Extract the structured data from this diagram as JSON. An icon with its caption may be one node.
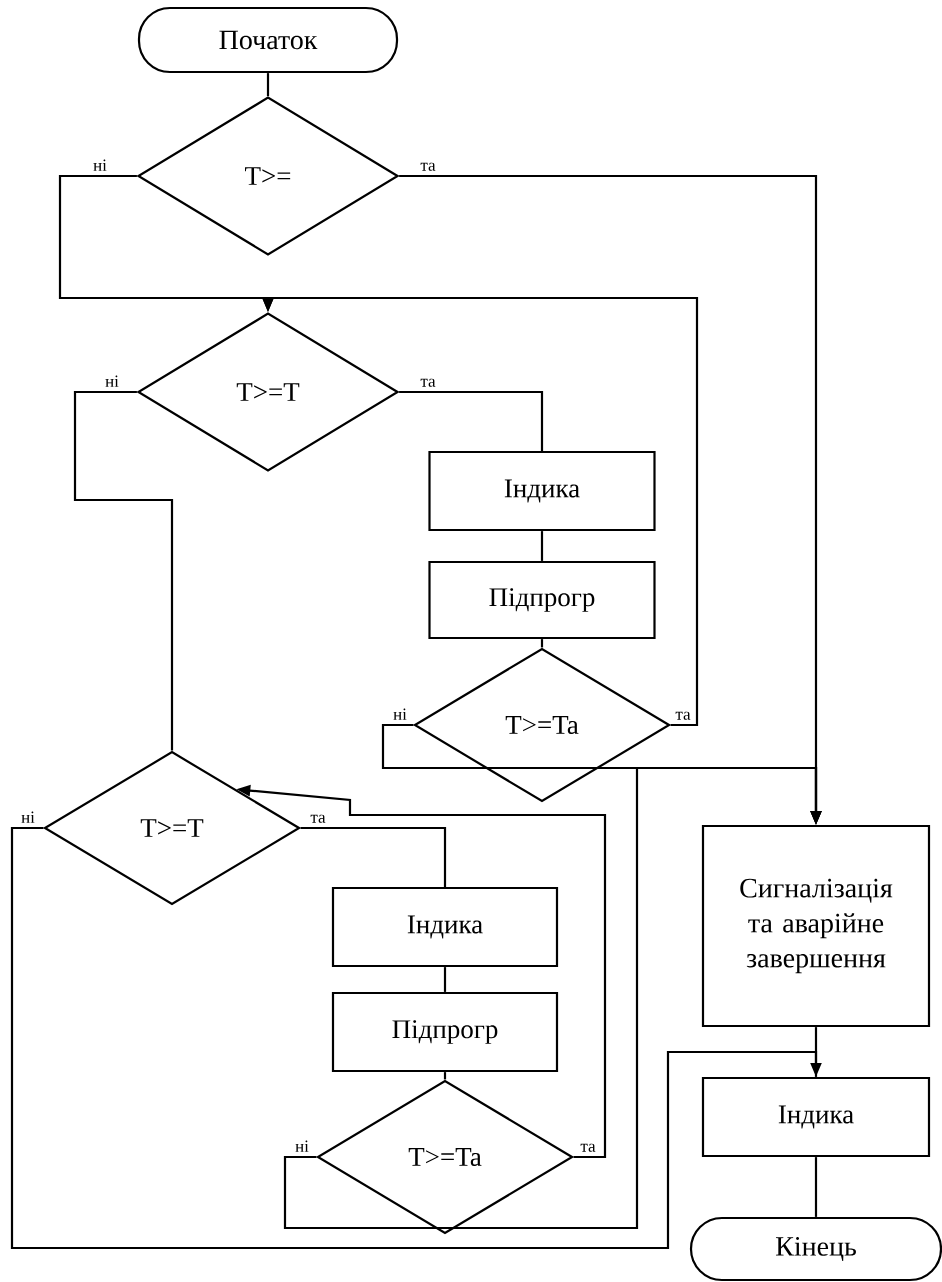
{
  "diagram": {
    "nodes": [
      {
        "text": [
          "Початок"
        ]
      },
      {
        "text": [
          "T>="
        ]
      },
      {
        "text": [
          "T>=T"
        ]
      },
      {
        "text": [
          "Індика"
        ]
      },
      {
        "text": [
          "Підпрогр"
        ]
      },
      {
        "text": [
          "T>=Ta"
        ]
      },
      {
        "text": [
          "T>=T"
        ]
      },
      {
        "text": [
          "Індика"
        ]
      },
      {
        "text": [
          "Підпрогр"
        ]
      },
      {
        "text": [
          "T>=Ta"
        ]
      },
      {
        "text": [
          "Сигналізація та аварійне завершення"
        ]
      },
      {
        "text": [
          "Індика"
        ]
      },
      {
        "text": [
          "Кінець"
        ]
      }
    ],
    "edges": [
      {
        "from": 0,
        "to": 1,
        "arrow": "none"
      },
      {
        "from": 1,
        "to": 10,
        "arrow": "to",
        "label": "та"
      },
      {
        "from": 1,
        "to": 2,
        "arrow": "to",
        "label": "ні"
      },
      {
        "from": 2,
        "to": 3,
        "arrow": "none",
        "label": "та"
      },
      {
        "from": 3,
        "to": 4,
        "arrow": "none"
      },
      {
        "from": 4,
        "to": 5,
        "arrow": "none"
      },
      {
        "from": 5,
        "to": 2,
        "arrow": "to",
        "label": "та"
      },
      {
        "from": 5,
        "to": 10,
        "arrow": "to",
        "label": "ні"
      },
      {
        "from": 2,
        "to": 6,
        "arrow": "none",
        "label": "ні"
      },
      {
        "from": 9,
        "to": 6,
        "arrow": "to",
        "label": "та"
      },
      {
        "from": 6,
        "to": 7,
        "arrow": "none",
        "label": "та"
      },
      {
        "from": 7,
        "to": 8,
        "arrow": "none"
      },
      {
        "from": 8,
        "to": 9,
        "arrow": "none"
      },
      {
        "from": 9,
        "to": 10,
        "arrow": "to",
        "label": "ні"
      },
      {
        "from": 6,
        "to": 11,
        "arrow": "to",
        "label": "ні"
      },
      {
        "from": 10,
        "to": 11,
        "arrow": "none"
      },
      {
        "from": 11,
        "to": 12,
        "arrow": "none"
      }
    ]
  }
}
